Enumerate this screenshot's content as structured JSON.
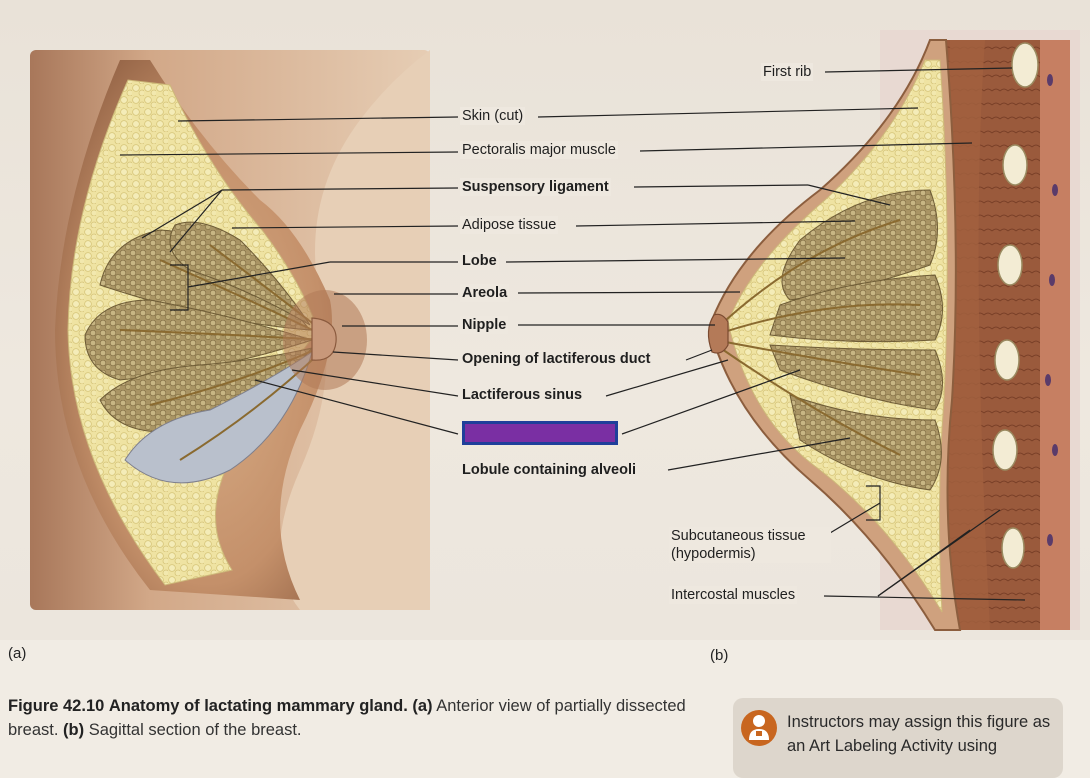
{
  "labels": {
    "first_rib": "First rib",
    "skin": "Skin (cut)",
    "pectoralis": "Pectoralis major muscle",
    "suspensory": "Suspensory ligament",
    "adipose": "Adipose tissue",
    "lobe": "Lobe",
    "areola": "Areola",
    "nipple": "Nipple",
    "opening": "Opening of lactiferous duct",
    "sinus": "Lactiferous sinus",
    "lobule": "Lobule containing alveoli",
    "subcutaneous": "Subcutaneous tissue (hypodermis)",
    "intercostal": "Intercostal muscles"
  },
  "panels": {
    "a": "(a)",
    "b": "(b)"
  },
  "caption": {
    "figure": "Figure 42.10",
    "title": "Anatomy of lactating mammary gland.",
    "a_marker": "(a)",
    "a_text": "Anterior view of partially dissected breast.",
    "b_marker": "(b)",
    "b_text": "Sagittal section of the breast."
  },
  "instructor_note": "Instructors may assign this figure as an Art Labeling Activity using",
  "colors": {
    "answer_box_fill": "#7a2fa3",
    "answer_box_border": "#1f3f9a",
    "badge": "#c8661f"
  }
}
